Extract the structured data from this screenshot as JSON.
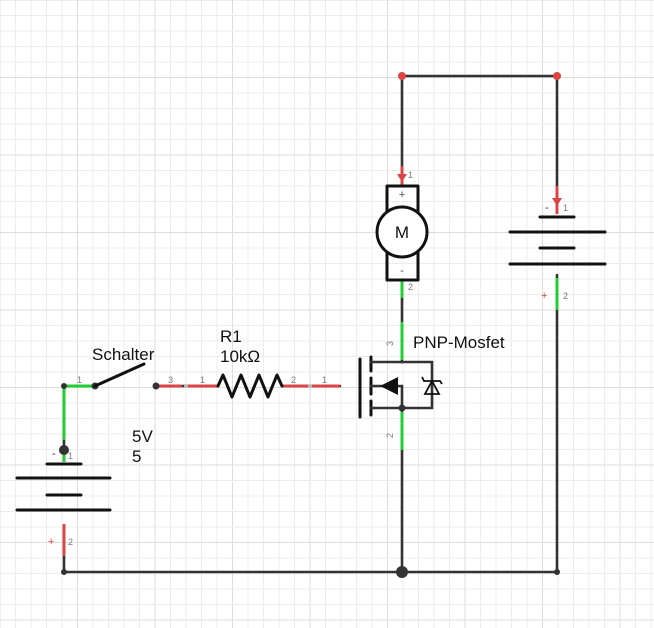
{
  "colors": {
    "background": "#ffffff",
    "grid_minor": "#ececec",
    "grid_major": "#dcdcdc",
    "wire": "#333333",
    "component": "#111111",
    "pin_connected": "#22cc33",
    "pin_unconnected": "#dd4444",
    "junction": "#333333",
    "pin_label": "#777777"
  },
  "components": {
    "switch": {
      "label": "Schalter",
      "pin_left": "1",
      "pin_right": "3"
    },
    "resistor": {
      "name": "R1",
      "value": "10kΩ",
      "pin_left": "1",
      "pin_right": "2"
    },
    "battery_5v": {
      "label_voltage": "5V",
      "label_value": "5",
      "pin_top": "1",
      "pin_bottom": "2",
      "sign_minus": "-",
      "sign_plus": "+"
    },
    "battery_right": {
      "pin_top": "1",
      "pin_bottom": "2",
      "sign_minus": "-",
      "sign_plus": "+"
    },
    "motor": {
      "symbol": "M",
      "pin_top": "1",
      "pin_bottom": "2",
      "sign_plus": "+",
      "sign_minus": "-"
    },
    "mosfet": {
      "label": "PNP-Mosfet",
      "pin_gate": "1",
      "pin_drain": "3",
      "pin_source": "2"
    }
  }
}
